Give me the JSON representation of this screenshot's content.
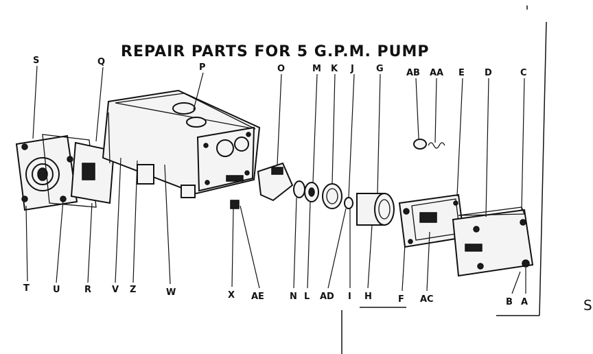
{
  "diagram": {
    "title": "REPAIR PARTS FOR 5 G.P.M. PUMP",
    "top_labels": [
      "S",
      "Q",
      "P",
      "O",
      "M",
      "K",
      "J",
      "G",
      "AB",
      "AA",
      "E",
      "D",
      "C"
    ],
    "bottom_labels": [
      "T",
      "U",
      "R",
      "V",
      "Z",
      "W",
      "X",
      "AE",
      "N",
      "L",
      "AD",
      "I",
      "H",
      "F",
      "AC",
      "B",
      "A"
    ],
    "edge_text": "S"
  }
}
